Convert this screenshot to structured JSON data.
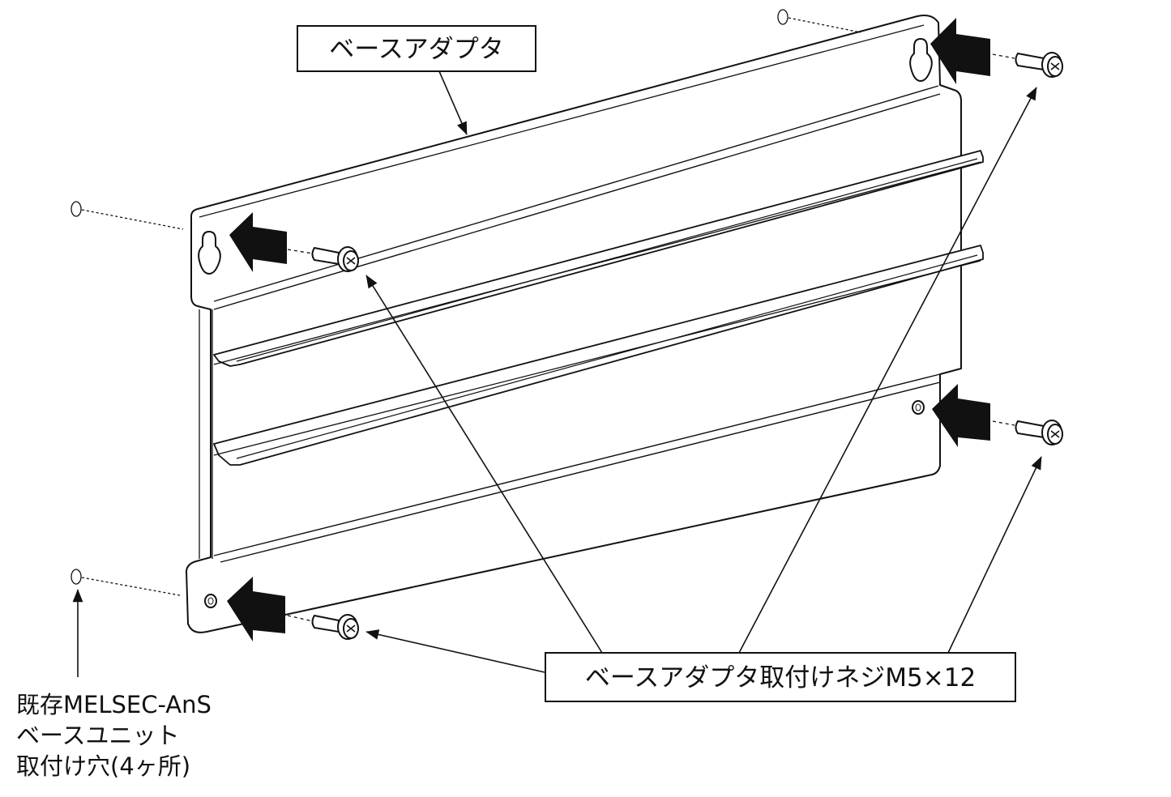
{
  "labels": {
    "adapter_box": "ベースアダプタ",
    "screw_box": "ベースアダプタ取付けネジM5×12",
    "holes_line1": "既存MELSEC-AnS",
    "holes_line2": "ベースユニット",
    "holes_line3": "取付け穴(4ヶ所)"
  },
  "icons": [
    "screw-icon",
    "arrow-icon",
    "keyhole-slot-icon",
    "round-hole-icon"
  ],
  "colors": {
    "ink": "#111111",
    "paper": "#ffffff"
  }
}
